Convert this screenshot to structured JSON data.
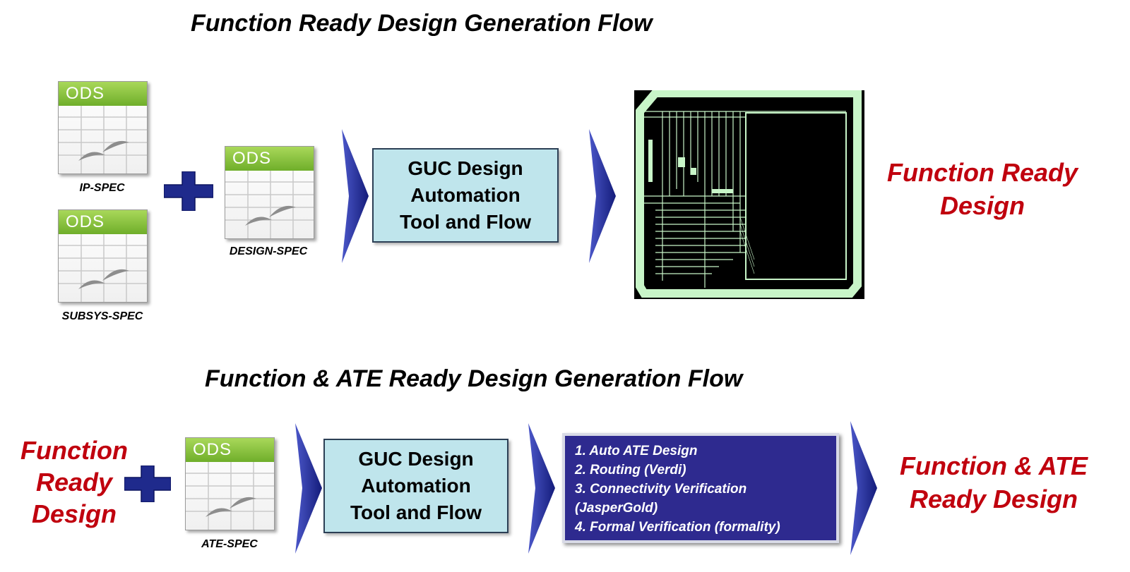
{
  "top_flow": {
    "title": "Function Ready Design Generation Flow",
    "ods_label": "ODS",
    "ip_spec": "IP-SPEC",
    "subsys_spec": "SUBSYS-SPEC",
    "design_spec": "DESIGN-SPEC",
    "tool_lines": [
      "GUC Design",
      "Automation",
      "Tool and Flow"
    ],
    "result_lines": [
      "Function Ready",
      "Design"
    ]
  },
  "bottom_flow": {
    "title": "Function & ATE Ready Design Generation Flow",
    "input_lines": [
      "Function",
      "Ready",
      "Design"
    ],
    "ods_label": "ODS",
    "ate_spec": "ATE-SPEC",
    "tool_lines": [
      "GUC Design",
      "Automation",
      "Tool and Flow"
    ],
    "steps": [
      "1. Auto ATE Design",
      "2. Routing (Verdi)",
      "3. Connectivity Verification",
      "(JasperGold)",
      "4. Formal Verification (formality)"
    ],
    "result_lines": [
      "Function & ATE",
      "Ready Design"
    ]
  },
  "colors": {
    "accent_red": "#c0000e",
    "navy": "#1f2a8c",
    "tool_box": "#bfe5ec",
    "steps_box": "#2e2a8f",
    "ods_green": "#7fbf35",
    "chip_green": "#c8f5c8"
  }
}
